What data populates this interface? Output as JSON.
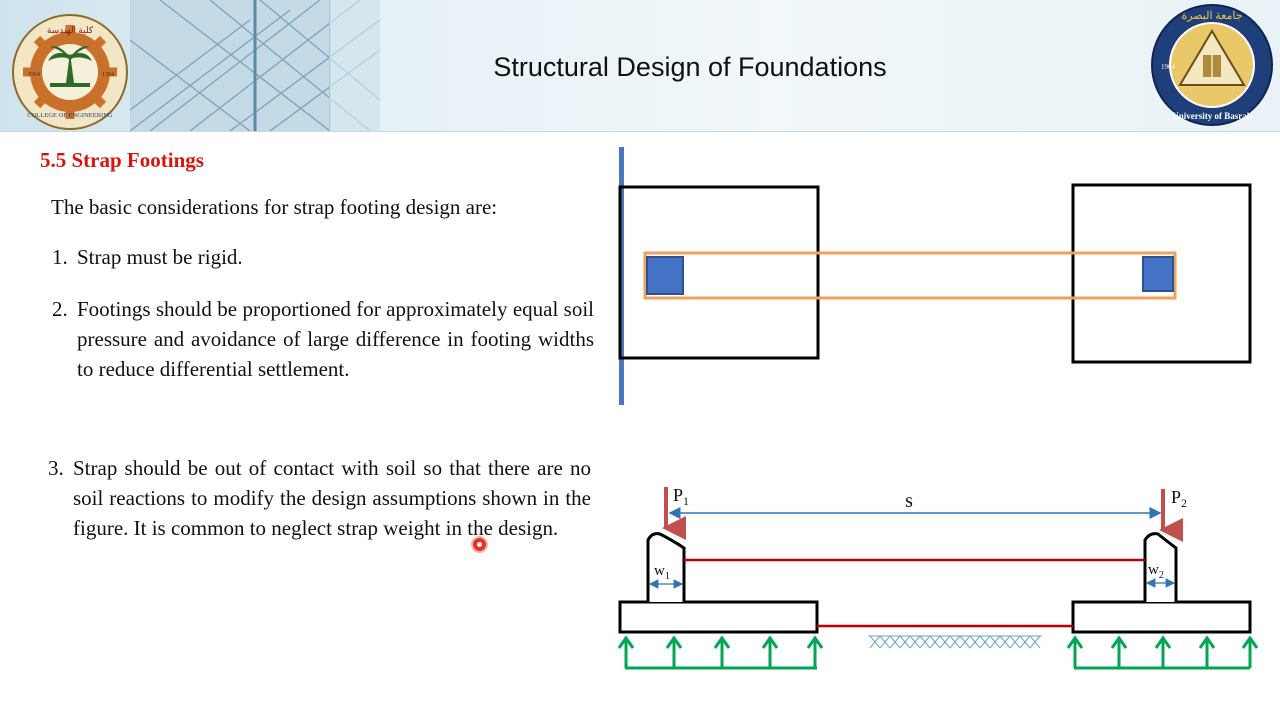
{
  "header": {
    "title": "Structural Design of Foundations",
    "left_logo": {
      "arabic_text": "كلية الهندسة",
      "english_text": "COLLEGE OF ENGINEERING",
      "year_left": "1964",
      "year_right": "1384",
      "icon": "college-of-engineering-logo"
    },
    "right_logo": {
      "arabic_text": "جامعة البصرة",
      "english_text": "University of Basrah",
      "year": "1964",
      "icon": "university-of-basrah-seal"
    }
  },
  "content": {
    "section_heading": "5.5 Strap Footings",
    "intro": "The basic considerations for strap footing design are:",
    "items": [
      {
        "num": "1.",
        "text": "Strap must be rigid."
      },
      {
        "num": "2.",
        "text": "Footings should be proportioned for approximately equal soil pressure and avoidance of large difference in footing widths to reduce differential settlement."
      },
      {
        "num": "3.",
        "text": "Strap should be out of contact with soil so that there are no soil reactions to modify the design assumptions shown in the figure. It is common to neglect strap weight in the design."
      }
    ]
  },
  "diagram": {
    "plan_view": {
      "footing_outline_color": "#000000",
      "strap_color": "#f0a15a",
      "column_color": "#4472c4"
    },
    "section_view": {
      "load1": {
        "label": "P",
        "sub": "1"
      },
      "load2": {
        "label": "P",
        "sub": "2"
      },
      "spacing_label": "s",
      "width1": {
        "label": "w",
        "sub": "1"
      },
      "width2": {
        "label": "w",
        "sub": "2"
      },
      "load_arrow_color": "#c0504d",
      "dimension_color": "#2e75b6",
      "strap_line_color": "#c00000",
      "soil_reaction_color": "#00a651"
    }
  },
  "cursor": {
    "color": "#e5322b"
  }
}
